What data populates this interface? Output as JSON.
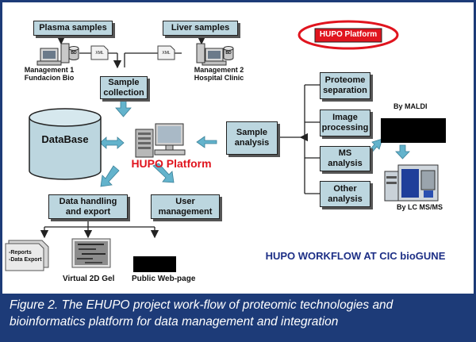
{
  "nodes": {
    "plasma_samples": "Plasma samples",
    "liver_samples": "Liver samples",
    "sample_collection": "Sample collection",
    "database": "DataBase",
    "hupo_platform_center": "HUPO Platform",
    "hupo_platform_badge": "HUPO Platform",
    "sample_analysis": "Sample analysis",
    "proteome_separation": "Proteome separation",
    "image_processing": "Image processing",
    "ms_analysis": "MS analysis",
    "other_analysis": "Other analysis",
    "data_handling": "Data handling and export",
    "user_management": "User management"
  },
  "labels": {
    "management1_line1": "Management 1",
    "management1_line2": "Fundacion Bio",
    "management2_line1": "Management 2",
    "management2_line2": "Hospital Clinic",
    "bd_left": "BD",
    "bd_right": "BD",
    "xml_left": "XML",
    "xml_right": "XML",
    "by_maldi": "By MALDI",
    "by_lcms": "By LC MS/MS",
    "reports_line1": "-Reports",
    "reports_line2": "-Data Export",
    "virtual_gel": "Virtual 2D Gel",
    "public_web": "Public Web-page"
  },
  "workflow_title": "HUPO WORKFLOW AT CIC bioGUNE",
  "caption": {
    "line1": "Figure 2. The EHUPO project work-flow of proteomic technologies and",
    "line2": "bioinformatics platform for data management and integration"
  },
  "colors": {
    "box_fill": "#bcd6df",
    "arrow_fill": "#63b3cc",
    "hupo_red": "#e0141e",
    "title_navy": "#1d2f86",
    "caption_bg": "#1d3b78"
  }
}
